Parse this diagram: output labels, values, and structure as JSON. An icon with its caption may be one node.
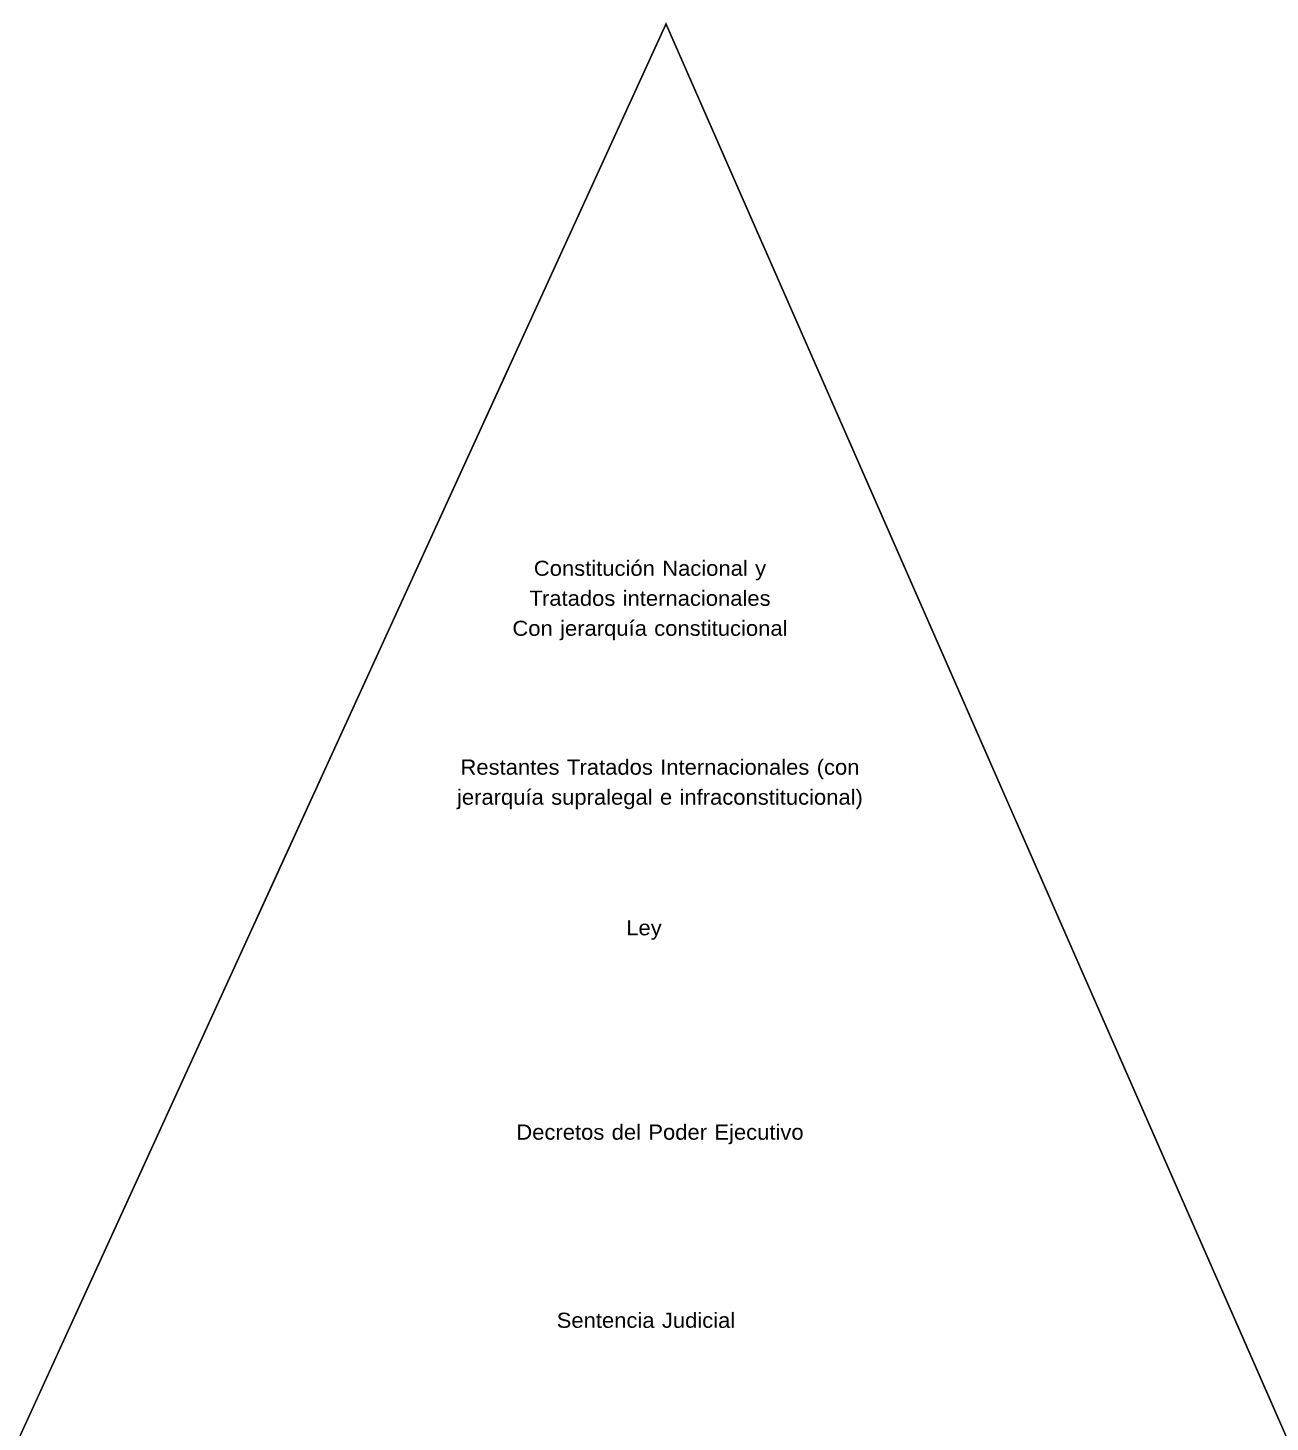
{
  "diagram": {
    "nodes": [
      {
        "text": [
          "Constitución Nacional y Tratados internacionales Con jerarquía constitucional",
          "Restantes Tratados Internacionales (con jerarquía supralegal e infraconstitucional)",
          "Ley",
          "Decretos del Poder Ejecutivo",
          "Sentencia Judicial"
        ]
      }
    ]
  }
}
